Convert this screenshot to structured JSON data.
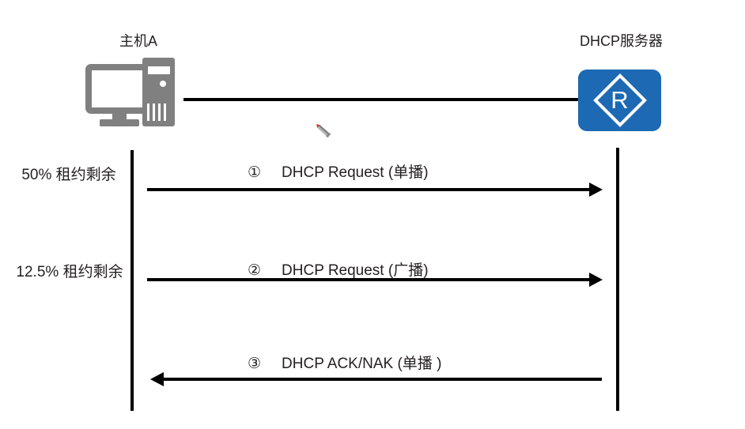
{
  "diagram": {
    "title_host": "主机A",
    "title_server": "DHCP服务器",
    "nodes": [
      {
        "id": "host",
        "label": "主机A",
        "icon": "desktop-pc-icon"
      },
      {
        "id": "server",
        "label": "DHCP服务器",
        "icon": "router-icon",
        "badge": "R"
      }
    ],
    "stages": [
      {
        "id": "stage-1",
        "label": "50% 租约剩余"
      },
      {
        "id": "stage-2",
        "label": "12.5% 租约剩余"
      }
    ],
    "messages": [
      {
        "num": "①",
        "label": "DHCP Request (单播)",
        "direction": "right"
      },
      {
        "num": "②",
        "label": "DHCP Request (广播)",
        "direction": "right"
      },
      {
        "num": "③",
        "label": "DHCP ACK/NAK (单播 )",
        "direction": "left"
      }
    ],
    "colors": {
      "router_blue": "#1d69b4",
      "pc_gray": "#808080",
      "line_black": "#000000",
      "text_black": "#231f20",
      "background": "#ffffff"
    }
  }
}
